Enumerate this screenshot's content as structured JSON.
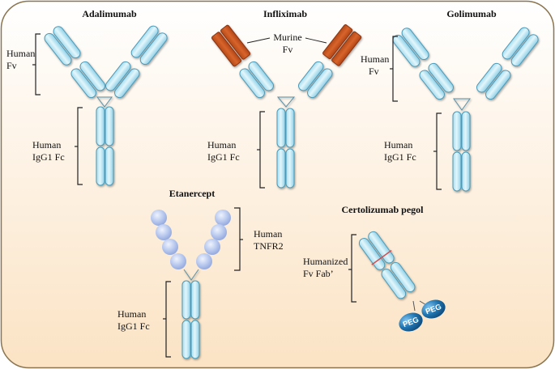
{
  "titles": {
    "adalimumab": "Adalimumab",
    "infliximab": "Infliximab",
    "golimumab": "Golimumab",
    "etanercept": "Etanercept",
    "certolizumab": "Certolizumab pegol"
  },
  "labels": {
    "adalimumab_fv": [
      "Human",
      "Fv"
    ],
    "adalimumab_fc": [
      "Human",
      "IgG1 Fc"
    ],
    "infliximab_fv": [
      "Murine",
      "Fv"
    ],
    "infliximab_fc": [
      "Human",
      "IgG1 Fc"
    ],
    "golimumab_fv": [
      "Human",
      "Fv"
    ],
    "golimumab_fc": [
      "Human",
      "IgG1 Fc"
    ],
    "etanercept_tnfr": [
      "Human",
      "TNFR2"
    ],
    "etanercept_fc": [
      "Human",
      "IgG1 Fc"
    ],
    "certolizumab_fab": [
      "Humanized",
      "Fv Fab’"
    ],
    "peg": "PEG"
  },
  "colors": {
    "background_top": "#ffffff",
    "background_bottom": "#fbe3c4",
    "frame_border": "#8a7550",
    "antibody_light": "#e2f6fb",
    "antibody_mid": "#a8dcee",
    "antibody_edge": "#4c9ab8",
    "murine": "#c8551f",
    "tnfr_ball": "#b3c4ea",
    "peg_ball": "#1d6fa8",
    "certolizumab_stripe": "#d25050"
  }
}
